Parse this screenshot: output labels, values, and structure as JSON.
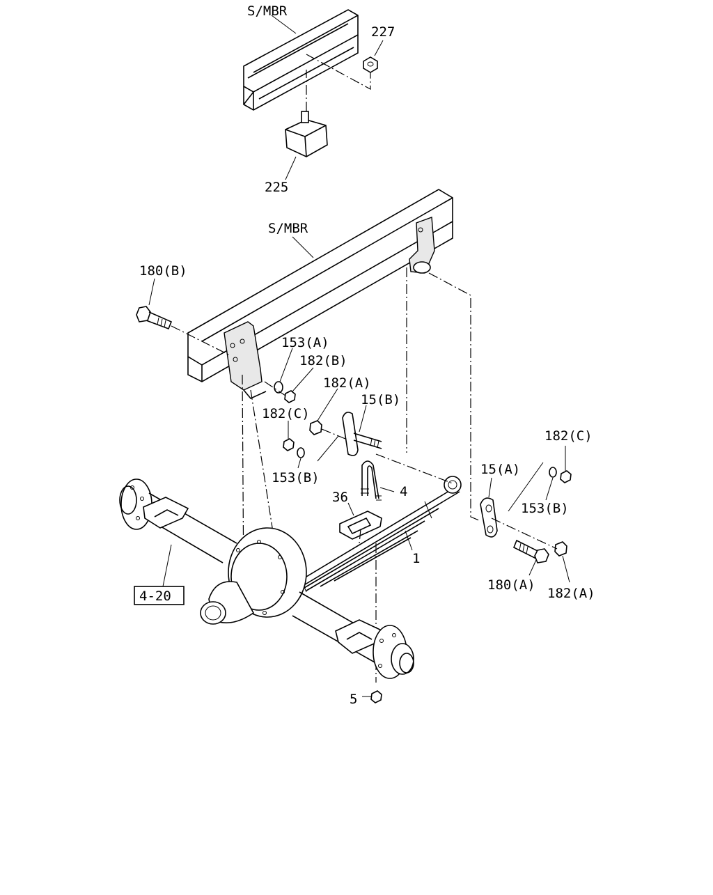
{
  "labels": {
    "smbr_top": "S/MBR",
    "smbr_mid": "S/MBR",
    "p227": "227",
    "p225": "225",
    "p180b": "180(B)",
    "p153a": "153(A)",
    "p182b": "182(B)",
    "p182a_left": "182(A)",
    "p15b": "15(B)",
    "p182c_left": "182(C)",
    "p153b_left": "153(B)",
    "p182c_right": "182(C)",
    "p15a": "15(A)",
    "p4": "4",
    "p36": "36",
    "p153b_right": "153(B)",
    "p1": "1",
    "p180a": "180(A)",
    "p182a_right": "182(A)",
    "ref_box": "4-20",
    "p5": "5"
  }
}
